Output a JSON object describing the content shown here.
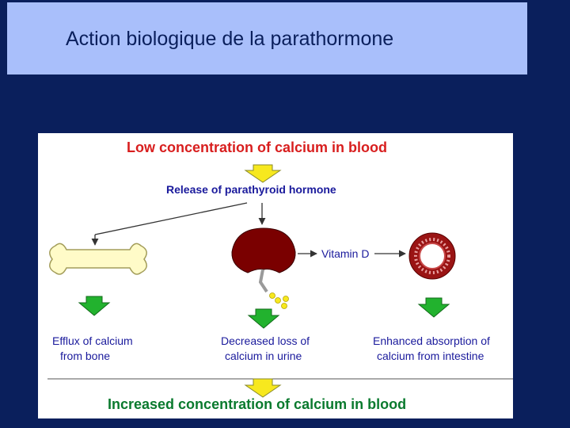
{
  "slide": {
    "title": "Action biologique de la parathormone"
  },
  "diagram": {
    "top_label": "Low concentration of calcium in blood",
    "release_label": "Release of parathyroid hormone",
    "vitamin_label": "Vitamin D",
    "effect_bone": [
      "Efflux of calcium",
      "from bone"
    ],
    "effect_kidney": [
      "Decreased loss of",
      "calcium in urine"
    ],
    "effect_intestine": [
      "Enhanced absorption of",
      "calcium from intestine"
    ],
    "bottom_label": "Increased concentration of calcium in blood"
  },
  "colors": {
    "background": "#0a1f5c",
    "title_bar": "#a9bffb",
    "low_text": "#d81e1e",
    "release_text": "#1a1a9c",
    "increase_text": "#0a7a2e",
    "arrow_yellow": "#f7e81e",
    "arrow_green": "#22b22e",
    "kidney": "#7a0000",
    "bone": "#fffbc8"
  }
}
